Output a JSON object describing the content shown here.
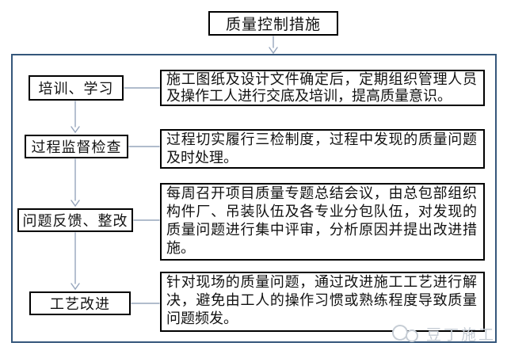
{
  "title": {
    "label": "质量控制措施"
  },
  "steps": [
    {
      "label": "培训、学习",
      "detail": "施工图纸及设计文件确定后，定期组织管理人员及操作工人进行交底及培训，提高质量意识。"
    },
    {
      "label": "过程监督检查",
      "detail": "过程切实履行三检制度，过程中发现的质量问题及时处理。"
    },
    {
      "label": "问题反馈、整改",
      "detail": "每周召开项目质量专题总结会议，由总包部组织构件厂、吊装队伍及各专业分包队伍，对发现的质量问题进行集中评审，分析原因并提出改进措施。"
    },
    {
      "label": "工艺改进",
      "detail": "针对现场的质量问题，通过改进施工工艺进行解决，避免由工人的操作习惯或熟练程度导致质量问题频发。"
    }
  ],
  "watermark": {
    "label": "豆丁施工"
  },
  "colors": {
    "panel_border": "#35577b",
    "box_border": "#000000",
    "connector": "#96a5bc",
    "text": "#111111",
    "watermark": "#c6cdd5"
  }
}
